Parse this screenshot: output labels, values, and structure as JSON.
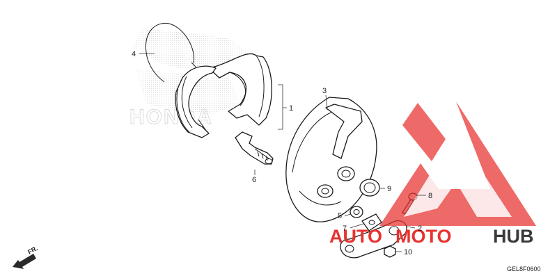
{
  "callouts": [
    {
      "id": "1",
      "label": "1"
    },
    {
      "id": "2",
      "label": "2"
    },
    {
      "id": "3",
      "label": "3"
    },
    {
      "id": "4",
      "label": "4"
    },
    {
      "id": "5",
      "label": "5"
    },
    {
      "id": "6",
      "label": "6"
    },
    {
      "id": "7",
      "label": "7"
    },
    {
      "id": "8",
      "label": "8"
    },
    {
      "id": "9",
      "label": "9"
    },
    {
      "id": "10",
      "label": "10"
    }
  ],
  "diagram_code": "GEL8F0600",
  "direction_label": "FR.",
  "background_watermark": "HONDA",
  "watermark": {
    "text_left": "AUTO",
    "text_mid": "MOTO",
    "text_right": "HUB",
    "color_accent": "#e8322f",
    "color_dark": "#3a3a3a"
  },
  "parts": [
    {
      "ref": "1",
      "icon": "brake-shoe-set"
    },
    {
      "ref": "2",
      "icon": "brake-arm"
    },
    {
      "ref": "3",
      "icon": "brake-panel"
    },
    {
      "ref": "4",
      "icon": "shoe-spring"
    },
    {
      "ref": "5",
      "icon": "washer"
    },
    {
      "ref": "6",
      "icon": "brake-cam"
    },
    {
      "ref": "7",
      "icon": "indicator-plate"
    },
    {
      "ref": "8",
      "icon": "bolt"
    },
    {
      "ref": "9",
      "icon": "seal"
    },
    {
      "ref": "10",
      "icon": "nut"
    }
  ]
}
